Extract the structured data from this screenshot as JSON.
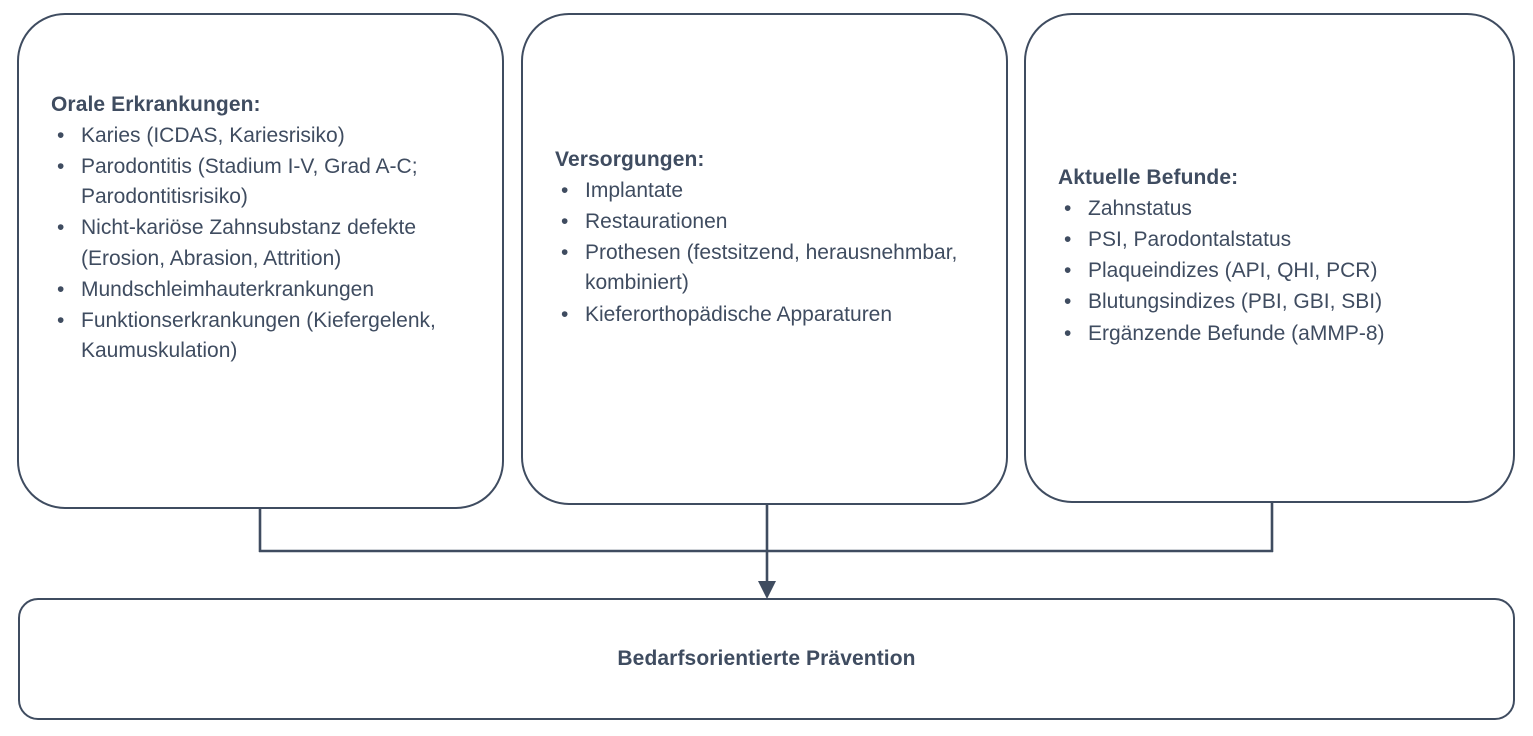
{
  "diagram": {
    "title_hidden": "",
    "accent_color": "#3F4C60",
    "background_color": "#FFFFFF",
    "cards": [
      {
        "id": "orale-erkrankungen",
        "title": "Orale Erkrankungen:",
        "items": [
          "Karies (ICDAS, Kariesrisiko)",
          "Parodontitis (Stadium I-V, Grad A-C; Parodontitisrisiko)",
          "Nicht-kariöse Zahnsubstanz defekte (Erosion, Abrasion, Attrition)",
          "Mundschleimhauterkrankungen",
          "Funktionserkrankungen (Kiefergelenk, Kaumuskulation)"
        ]
      },
      {
        "id": "versorgungen",
        "title": "Versorgungen:",
        "items": [
          "Implantate",
          "Restaurationen",
          "Prothesen (festsitzend, herausnehmbar, kombiniert)",
          "Kieferorthopädische Apparaturen"
        ]
      },
      {
        "id": "aktuelle-befunde",
        "title": "Aktuelle Befunde:",
        "items": [
          "Zahnstatus",
          "PSI, Parodontalstatus",
          "Plaqueindizes (API, QHI, PCR)",
          "Blutungsindizes (PBI, GBI, SBI)",
          "Ergänzende Befunde (aMMP-8)"
        ]
      }
    ],
    "outcome": {
      "id": "bedarfsorientierte-praevention",
      "label": "Bedarfsorientierte Prävention"
    },
    "bullet_glyph": "•"
  }
}
